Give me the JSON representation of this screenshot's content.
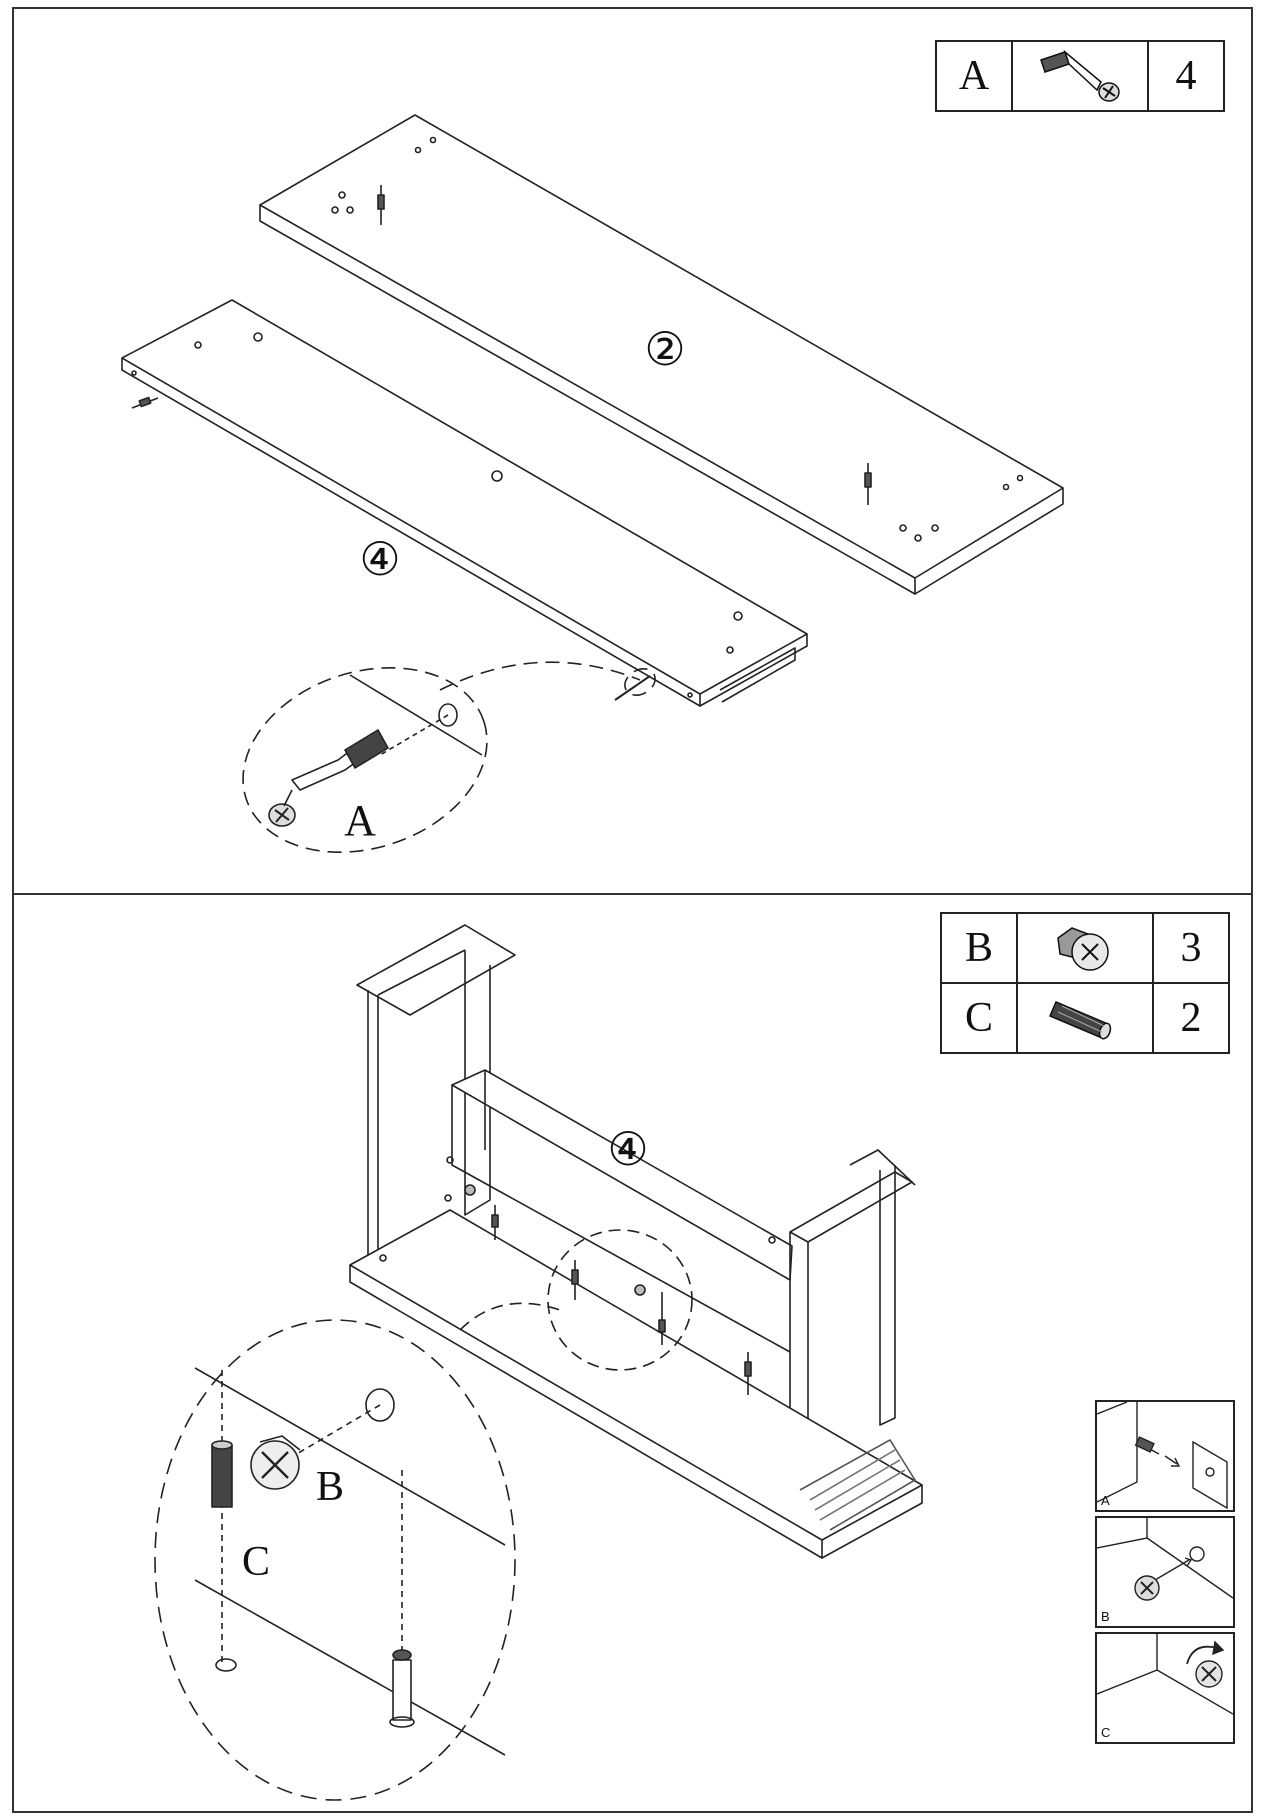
{
  "page": {
    "top_section": {
      "parts_table": [
        {
          "letter": "A",
          "icon": "cam-bolt-icon",
          "qty": "4"
        }
      ],
      "panel_labels": [
        "②",
        "④"
      ],
      "detail_label": "A"
    },
    "bottom_section": {
      "parts_table": [
        {
          "letter": "B",
          "icon": "cam-lock-icon",
          "qty": "3"
        },
        {
          "letter": "C",
          "icon": "wood-dowel-icon",
          "qty": "2"
        }
      ],
      "panel_label": "④",
      "detail_labels": {
        "cam": "B",
        "dowel": "C"
      },
      "step_boxes": [
        {
          "caption": "A"
        },
        {
          "caption": "B"
        },
        {
          "caption": "C"
        }
      ]
    }
  }
}
